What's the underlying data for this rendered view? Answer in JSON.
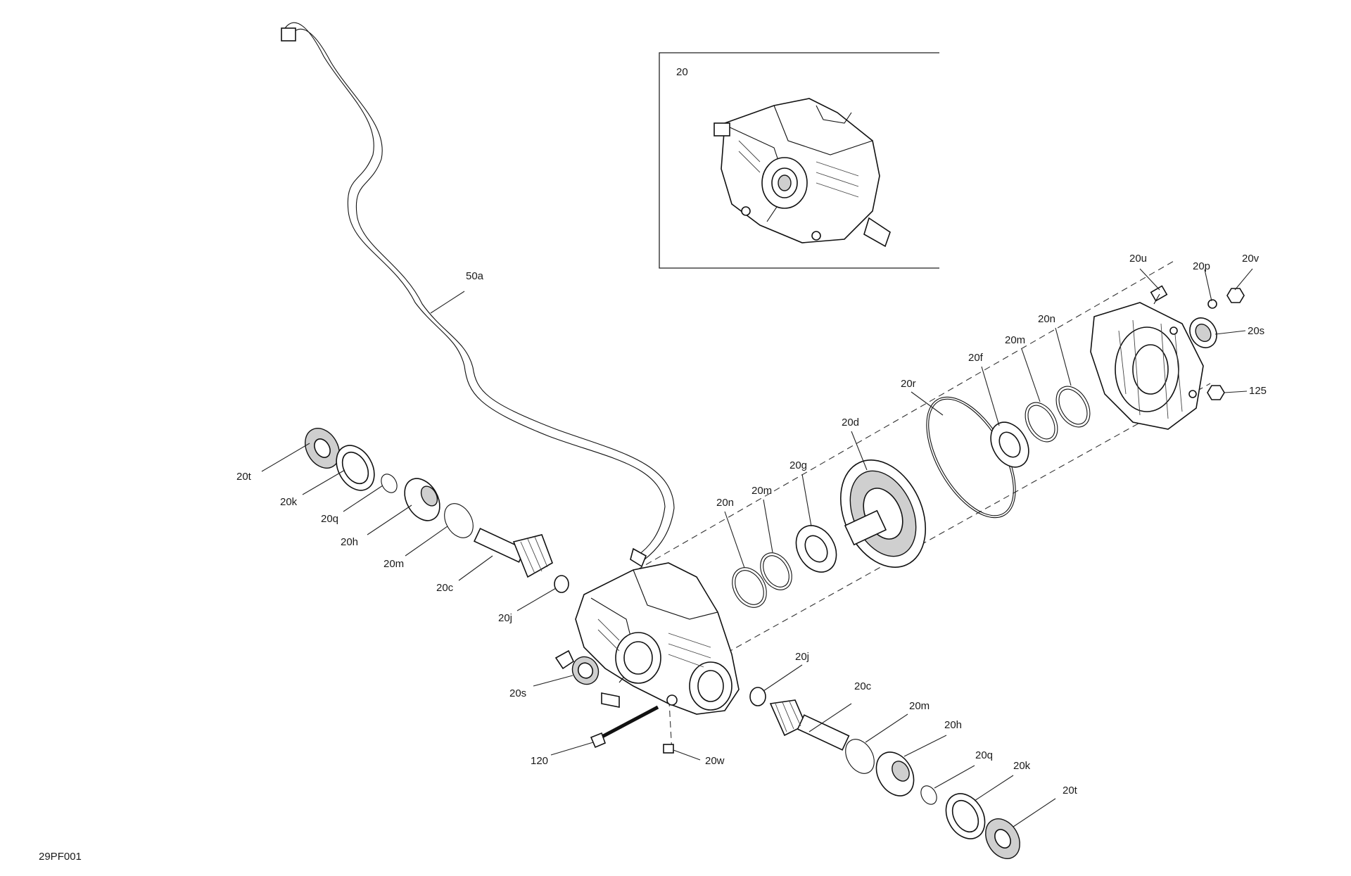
{
  "reference_code": "29PF001",
  "inset_label": "20",
  "callouts": {
    "c50a": "50a",
    "c20u": "20u",
    "c20p": "20p",
    "c20v": "20v",
    "c20s_top": "20s",
    "c125": "125",
    "c20n_top": "20n",
    "c20m_top": "20m",
    "c20f": "20f",
    "c20r": "20r",
    "c20d": "20d",
    "c20g": "20g",
    "c20m_mid": "20m",
    "c20n_mid": "20n",
    "c20t_left": "20t",
    "c20k_left": "20k",
    "c20q_left": "20q",
    "c20h_left": "20h",
    "c20m_left": "20m",
    "c20c_left": "20c",
    "c20j_left": "20j",
    "c20s_left": "20s",
    "c120": "120",
    "c20w": "20w",
    "c20j_right": "20j",
    "c20c_right": "20c",
    "c20m_right": "20m",
    "c20h_right": "20h",
    "c20q_right": "20q",
    "c20k_right": "20k",
    "c20t_right": "20t"
  }
}
